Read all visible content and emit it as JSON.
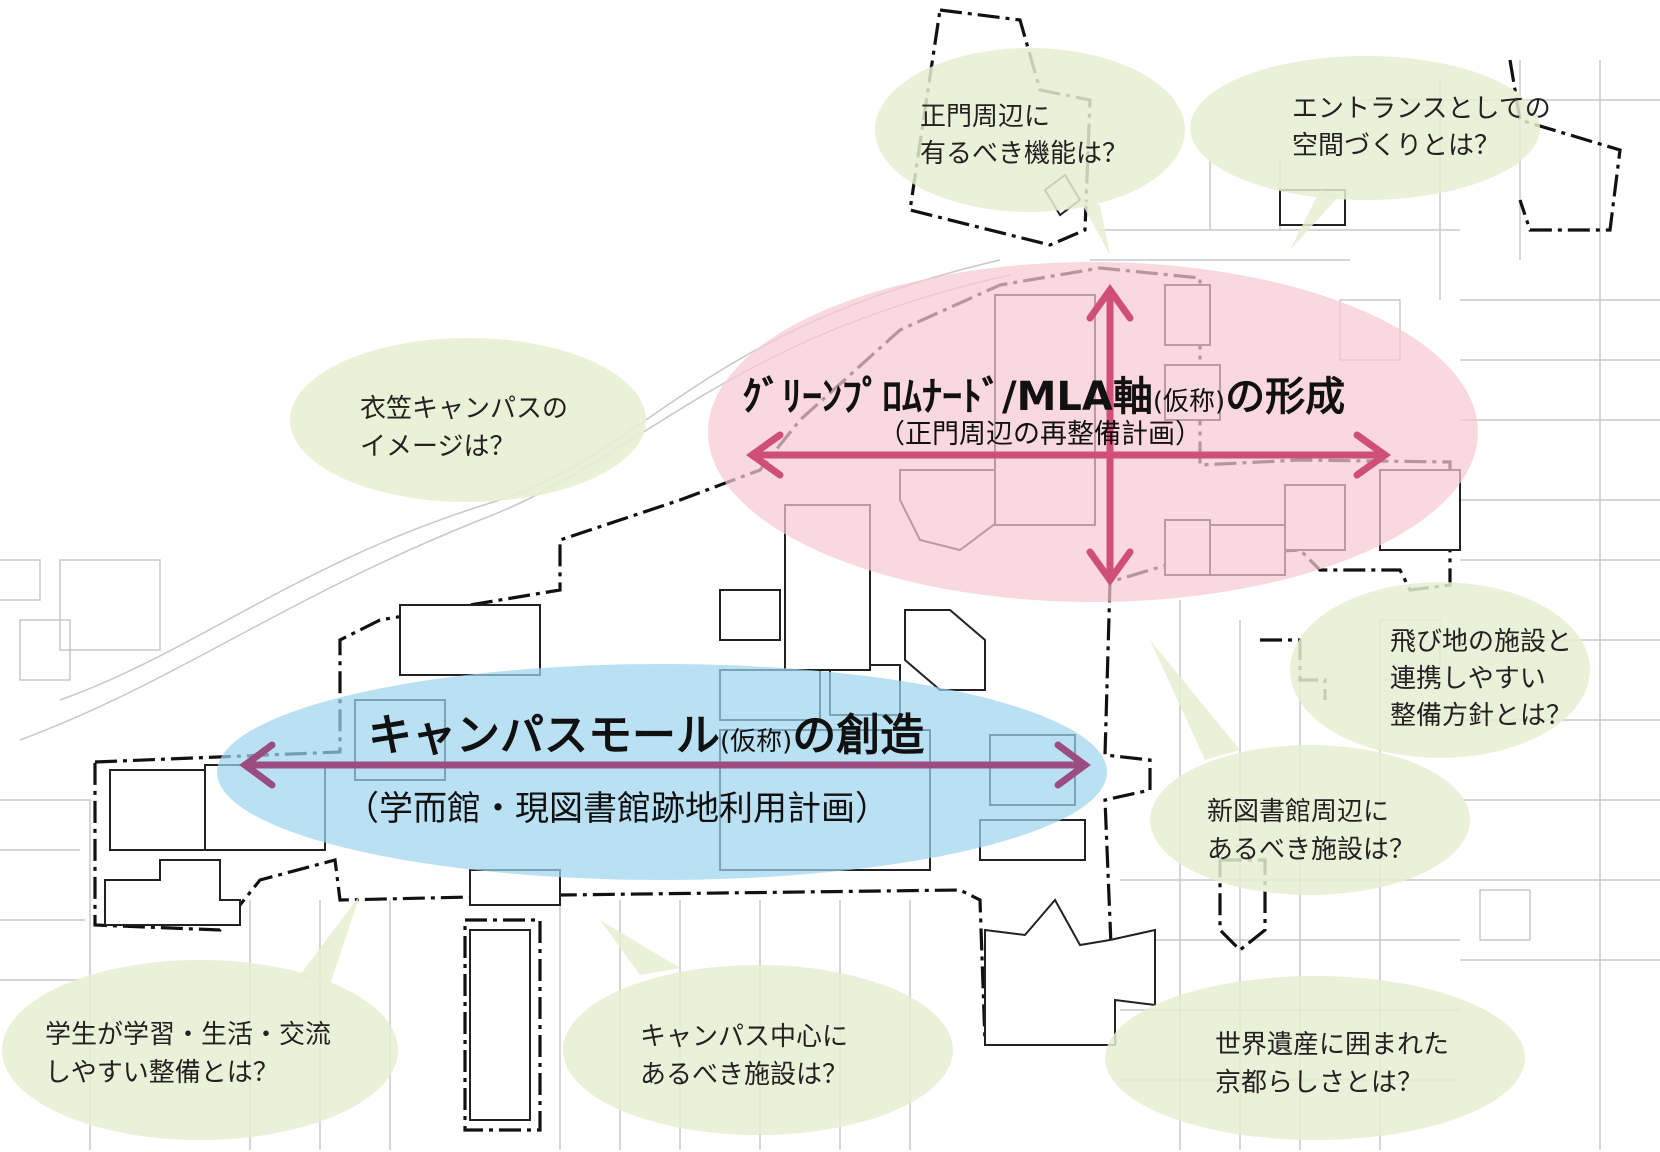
{
  "colors": {
    "question_bubble": "#e8efd2",
    "green_axis_zone": "#f6c9d3",
    "mall_zone": "#9fd6ee",
    "green_arrow": "#cf4f76",
    "mall_arrow": "#9b4d82"
  },
  "zones": {
    "green_promenade": {
      "title": "ｸﾞﾘｰﾝﾌﾟﾛﾑﾅｰﾄﾞ/MLA軸",
      "note": "(仮称)",
      "suffix": "の形成",
      "subtitle": "（正門周辺の再整備計画）"
    },
    "campus_mall": {
      "title": "キャンパスモール",
      "note": "(仮称)",
      "suffix": "の創造",
      "subtitle": "（学而館・現図書館跡地利用計画）"
    }
  },
  "questions": {
    "main_gate": [
      "正門周辺に",
      "有るべき機能は？"
    ],
    "entrance": [
      "エントランスとしての",
      "空間づくりとは？"
    ],
    "campus_image": [
      "衣笠キャンパスの",
      "イメージは？"
    ],
    "enclave": [
      "飛び地の施設と",
      "連携しやすい",
      "整備方針とは？"
    ],
    "new_library": [
      "新図書館周辺に",
      "あるべき施設は？"
    ],
    "heritage": [
      "世界遺産に囲まれた",
      "京都らしさとは？"
    ],
    "campus_center": [
      "キャンパス中心に",
      "あるべき施設は？"
    ],
    "student_life": [
      "学生が学習・生活・交流",
      "しやすい整備とは？"
    ]
  }
}
